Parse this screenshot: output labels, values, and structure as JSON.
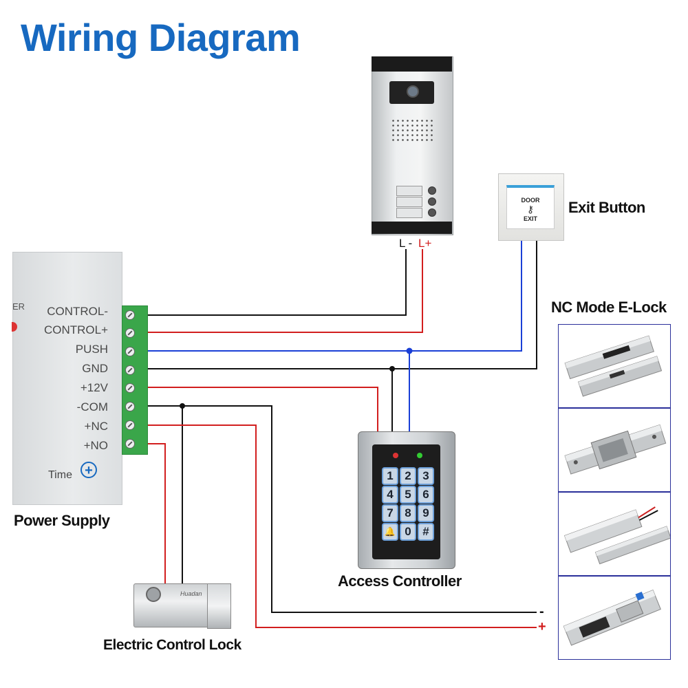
{
  "title": "Wiring Diagram",
  "labels": {
    "power_supply": "Power Supply",
    "exit_button": "Exit Button",
    "nc_mode_elock": "NC Mode E-Lock",
    "access_controller": "Access Controller",
    "electric_control_lock": "Electric Control Lock"
  },
  "power_supply": {
    "label_fragment": "ER",
    "terminals": [
      "CONTROL-",
      "CONTROL+",
      "PUSH",
      "GND",
      "+12V",
      "-COM",
      "+NC",
      "+NO"
    ],
    "time_label": "Time"
  },
  "door_station": {
    "l_minus": "L -",
    "l_plus": "L+"
  },
  "exit_button_plate": {
    "door_text": "DOOR",
    "exit_text": "EXIT",
    "key_glyph": "⚷"
  },
  "elock_terminals": {
    "minus": "-",
    "plus": "+"
  },
  "keypad": {
    "keys": [
      "1",
      "2",
      "3",
      "4",
      "5",
      "6",
      "7",
      "8",
      "9",
      "🔔",
      "0",
      "#"
    ]
  },
  "electric_lock_brand": "Huadan",
  "colors": {
    "title_blue": "#1769c0",
    "wire_black": "#111111",
    "wire_red": "#d21e1e",
    "wire_blue": "#1a3fd6",
    "terminal_green": "#3aa64a",
    "box_border": "#2a2f9a"
  }
}
